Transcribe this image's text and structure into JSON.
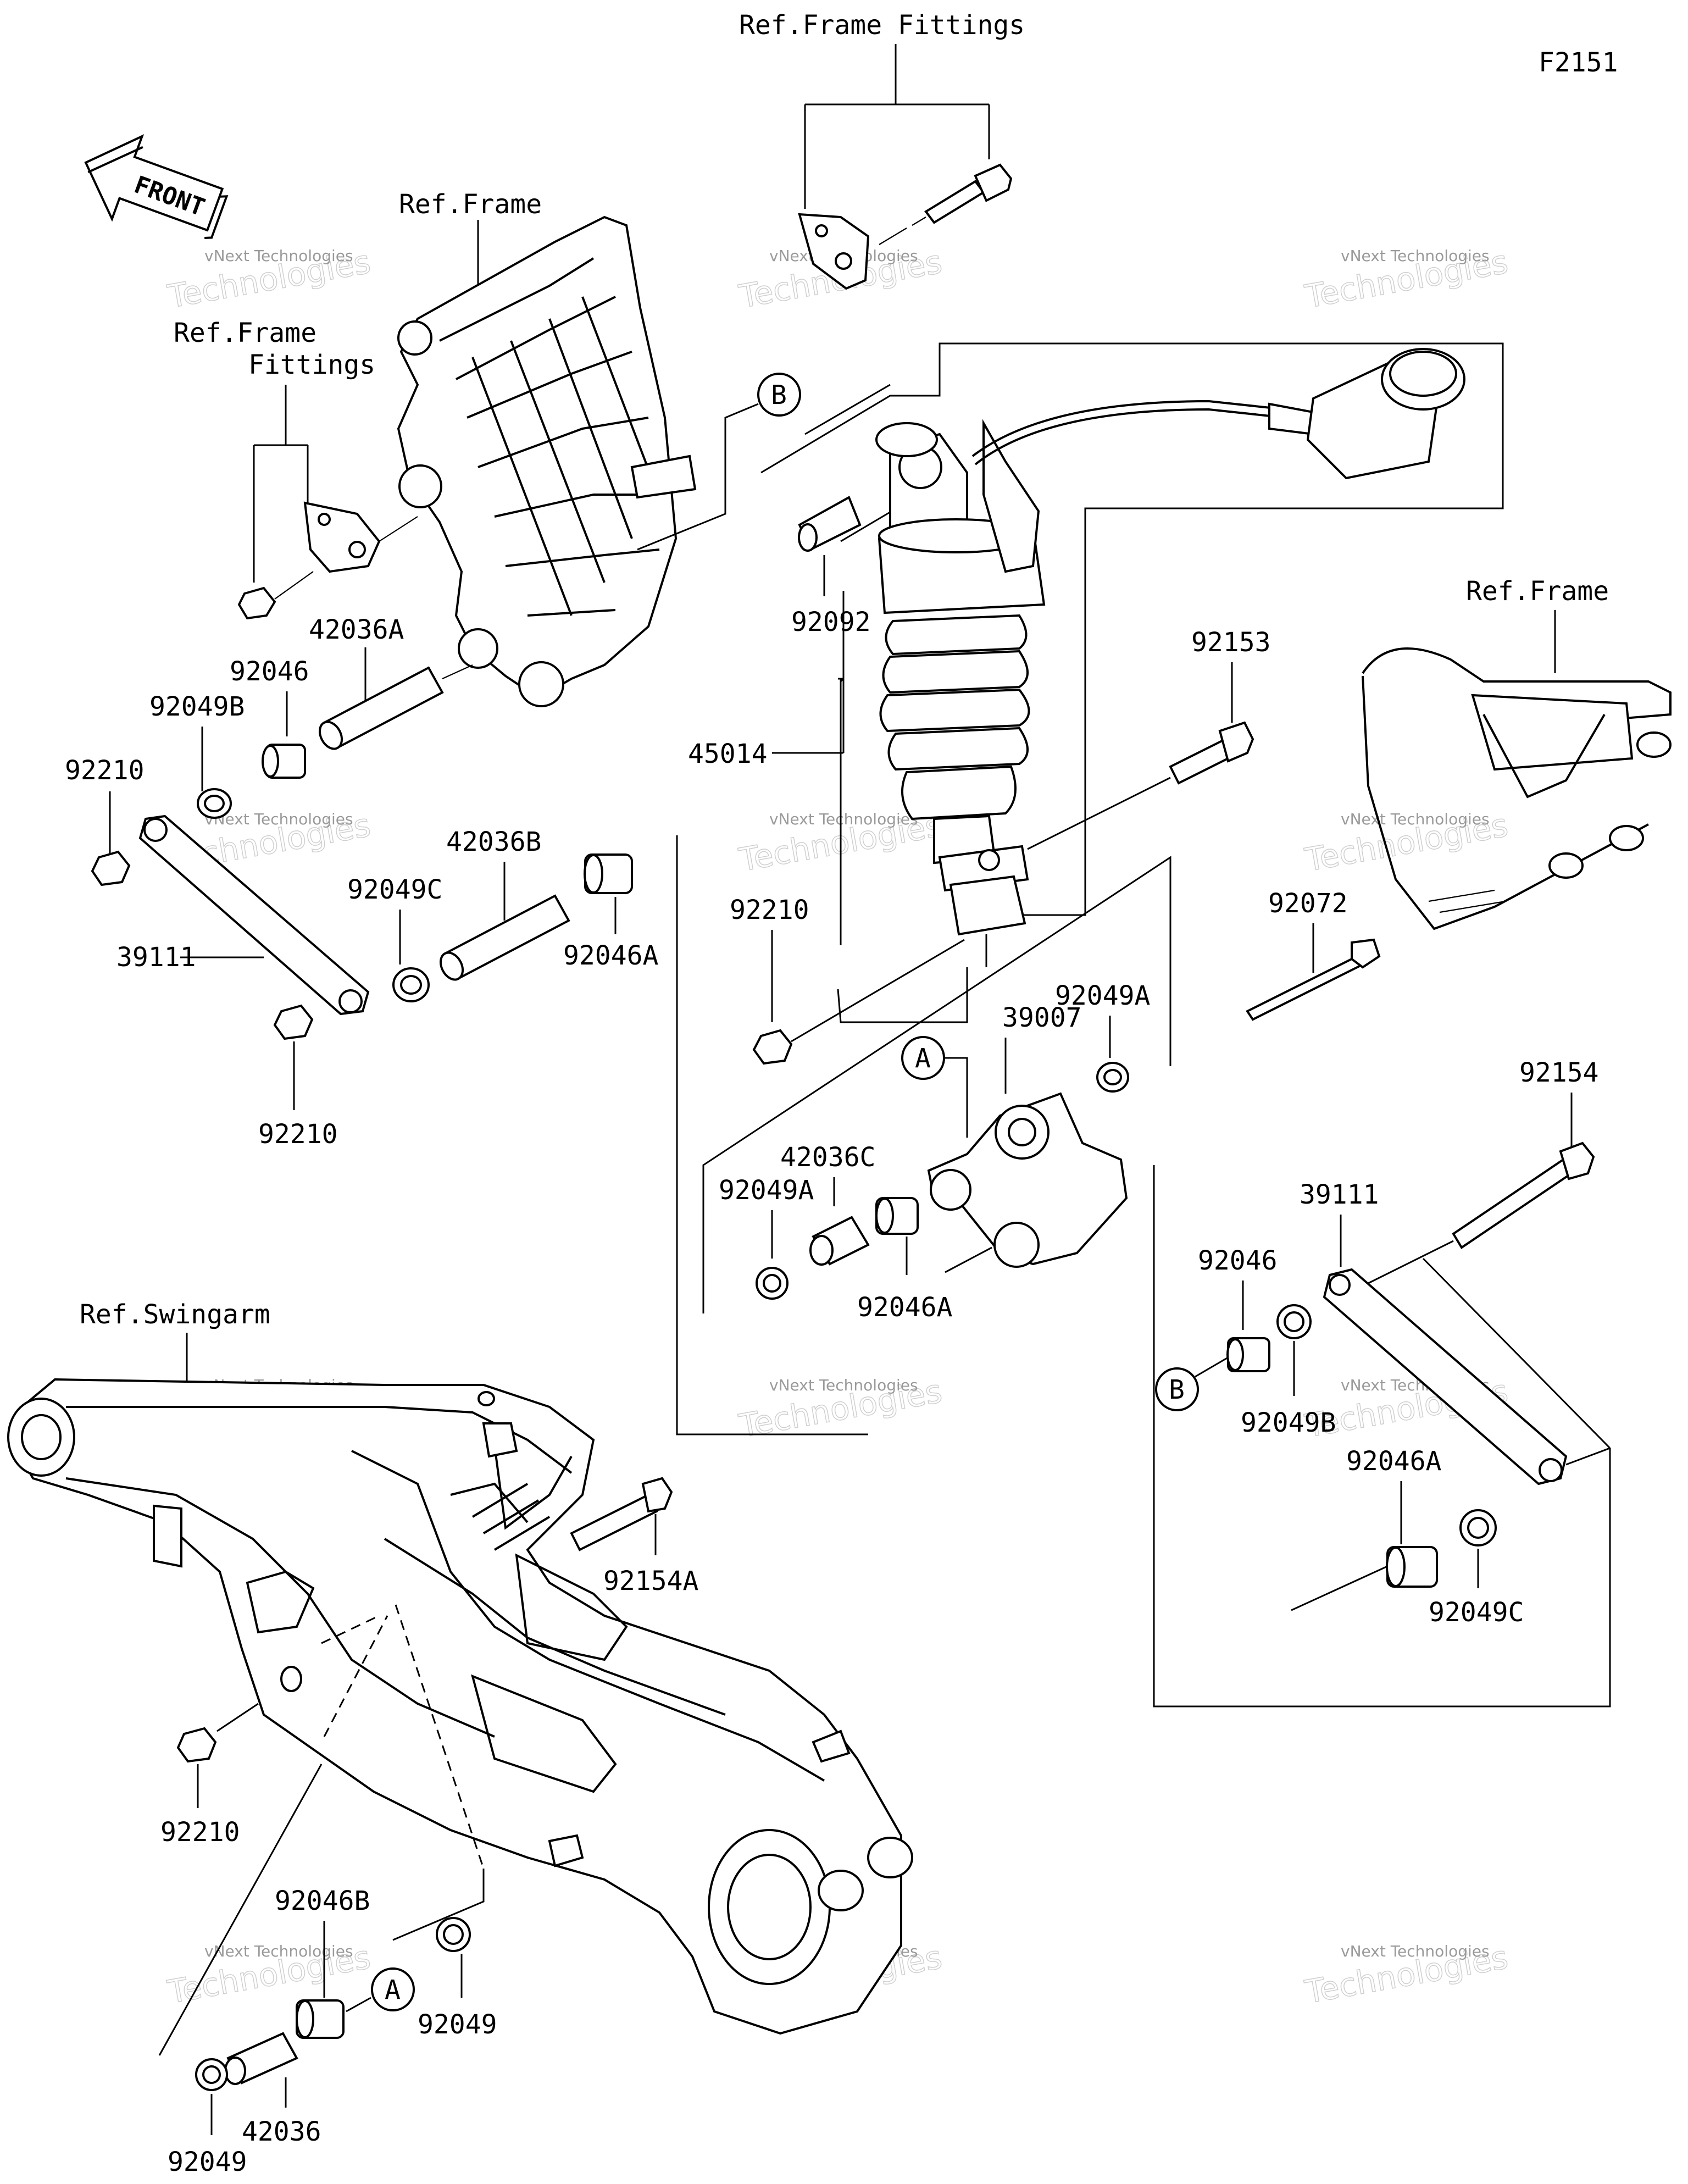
{
  "diagram_code": "F2151",
  "front_label": "FRONT",
  "references": {
    "frame_fittings_top": "Ref.Frame Fittings",
    "frame_left": "Ref.Frame",
    "frame_fittings_left_line1": "Ref.Frame",
    "frame_fittings_left_line2": "Fittings",
    "frame_right": "Ref.Frame",
    "swingarm": "Ref.Swingarm"
  },
  "callouts": {
    "a": "A",
    "b": "B"
  },
  "watermark": {
    "company": "vNext Technologies",
    "logo_line1": "vNext",
    "logo_line2": "Technologies"
  },
  "part_labels": {
    "p42036A": "42036A",
    "p92046_left": "92046",
    "p92049B_left": "92049B",
    "p92210_a": "92210",
    "p42036B": "42036B",
    "p92049C_left": "92049C",
    "p92046A_mid": "92046A",
    "p39111_left": "39111",
    "p92210_b": "92210",
    "p92092": "92092",
    "p45014": "45014",
    "p92210_c": "92210",
    "p92153": "92153",
    "p39007": "39007",
    "p92049A_right": "92049A",
    "p42036C": "42036C",
    "p92049A_left": "92049A",
    "p92046A_link": "92046A",
    "p92072": "92072",
    "p92154": "92154",
    "p39111_right": "39111",
    "p92046_right": "92046",
    "p92049B_right": "92049B",
    "p92046A_right": "92046A",
    "p92049C_right": "92049C",
    "p92154A": "92154A",
    "p92210_d": "92210",
    "p92046B": "92046B",
    "p92049_a": "92049",
    "p42036": "42036",
    "p92049_b": "92049"
  }
}
